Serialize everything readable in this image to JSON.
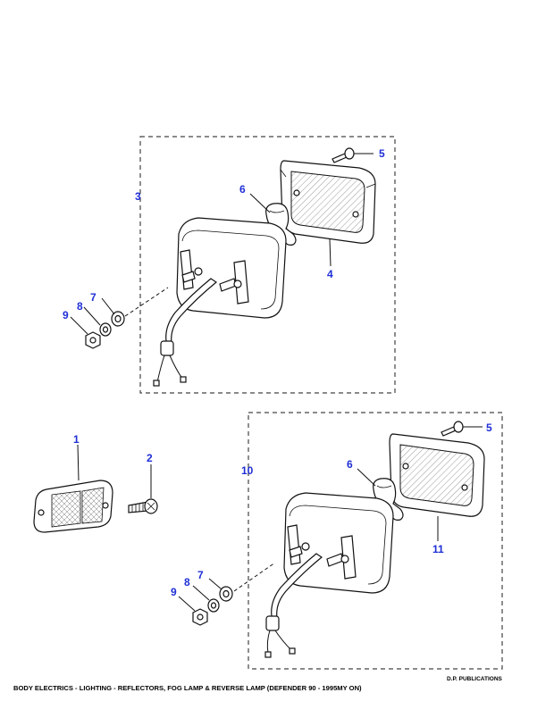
{
  "callouts": {
    "top_5": "5",
    "top_6": "6",
    "top_3": "3",
    "top_4": "4",
    "top_7": "7",
    "top_8": "8",
    "top_9": "9",
    "reflector_1": "1",
    "screw_2": "2",
    "bot_5": "5",
    "bot_6": "6",
    "bot_10": "10",
    "bot_11": "11",
    "bot_7": "7",
    "bot_8": "8",
    "bot_9": "9"
  },
  "footer": {
    "title": "BODY ELECTRICS - LIGHTING - REFLECTORS, FOG LAMP & REVERSE LAMP  (DEFENDER 90 - 1995MY ON)",
    "publisher": "D.P. PUBLICATIONS"
  },
  "colors": {
    "callout": "#1f2fd6",
    "line": "#111111"
  }
}
